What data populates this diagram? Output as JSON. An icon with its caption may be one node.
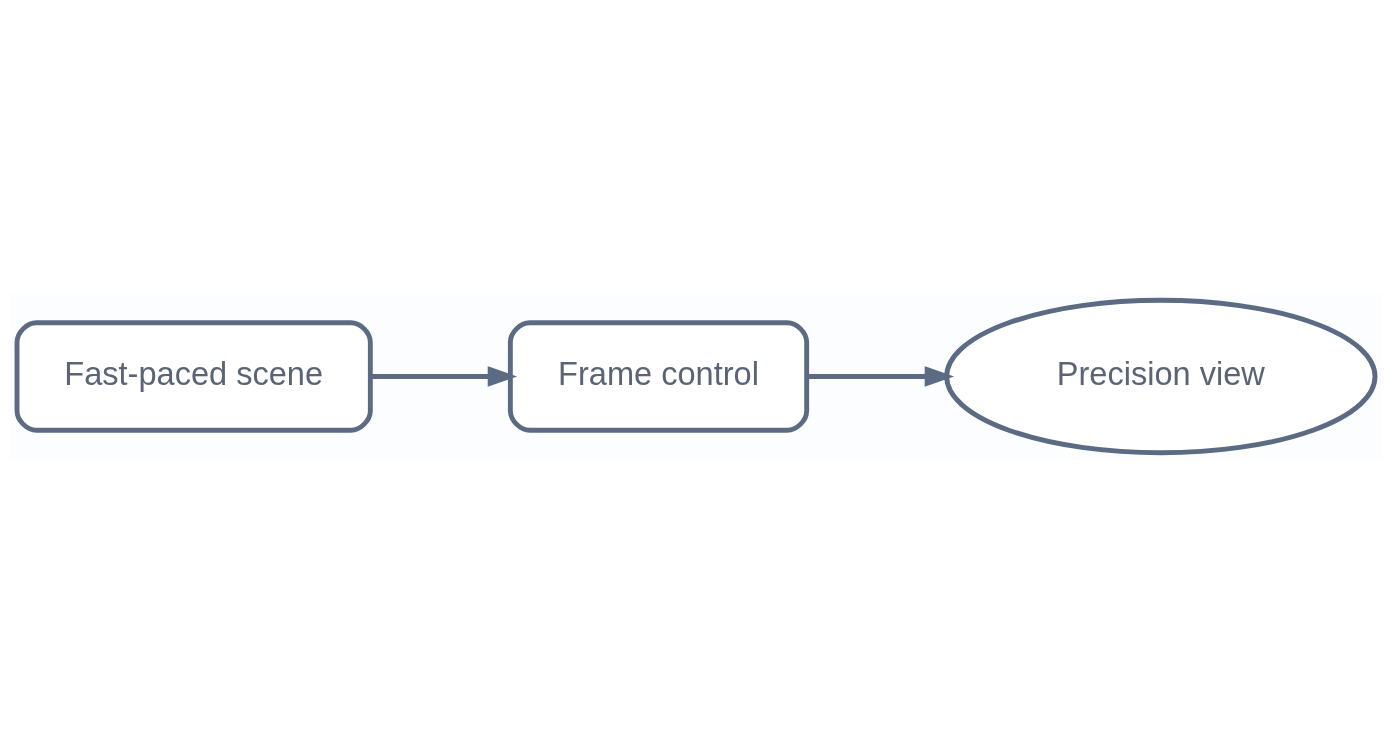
{
  "diagram": {
    "nodes": [
      {
        "text": [
          "Fast-paced scene"
        ]
      },
      {
        "text": [
          "Frame control"
        ]
      },
      {
        "text": [
          "Precision view"
        ]
      }
    ],
    "edges": [
      {
        "from": 0,
        "to": 1,
        "arrow": "to"
      },
      {
        "from": 1,
        "to": 2,
        "arrow": "to"
      }
    ]
  }
}
